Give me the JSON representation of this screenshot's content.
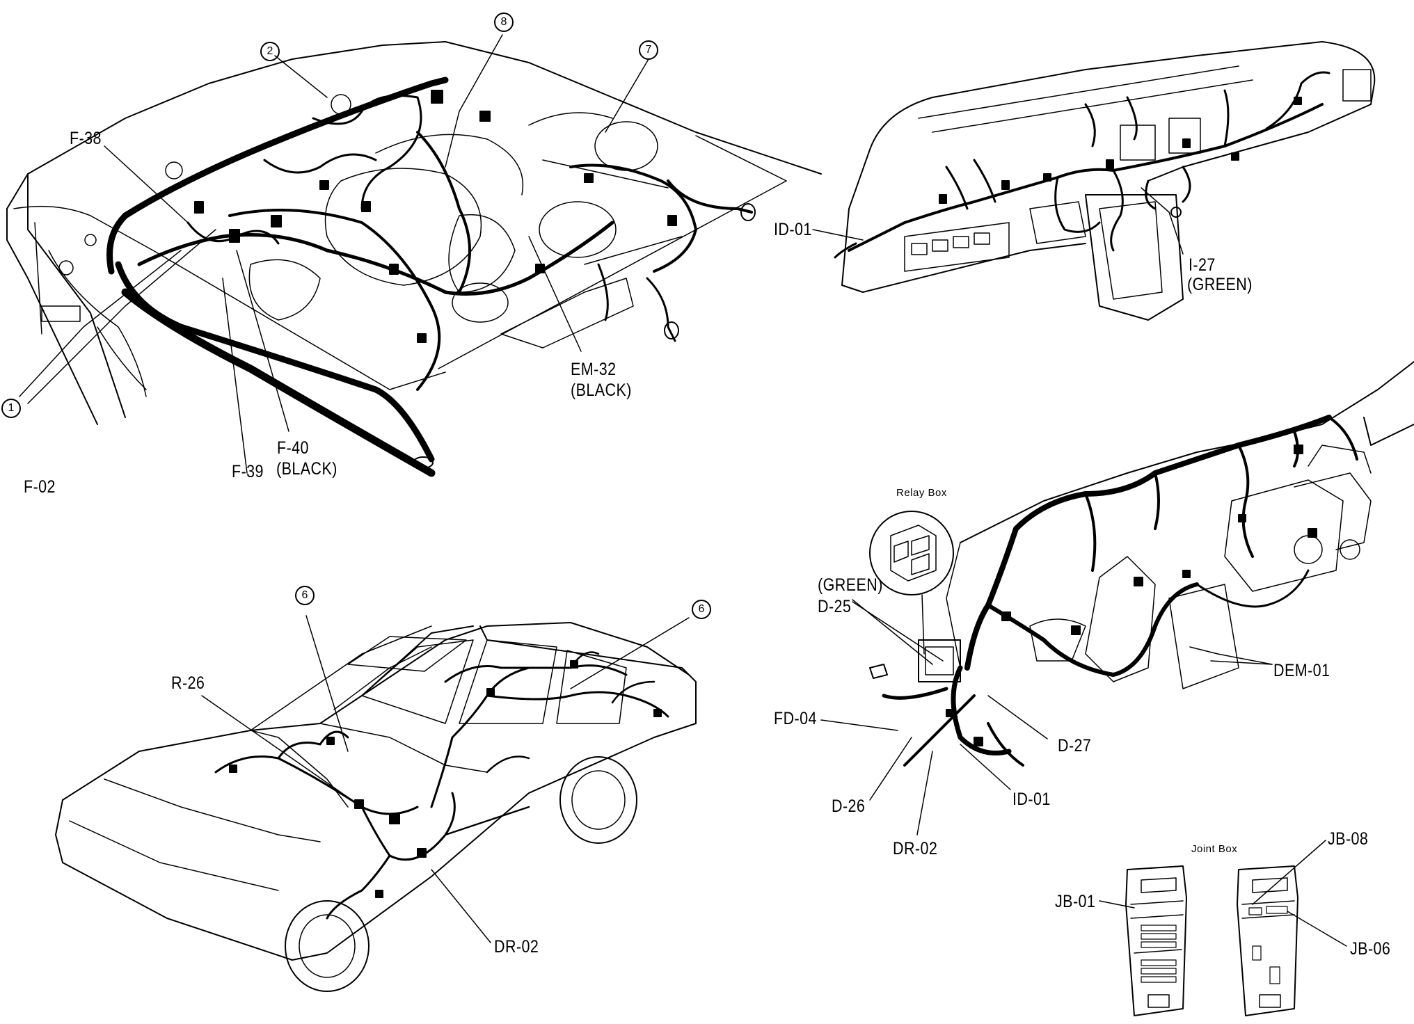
{
  "palette": {
    "ink": "#000000",
    "paper": "#ffffff"
  },
  "callouts": {
    "c1": "1",
    "c2": "2",
    "c7": "7",
    "c8": "8",
    "c6a": "6",
    "c6b": "6"
  },
  "labels": {
    "F38": "F-38",
    "F02": "F-02",
    "F39": "F-39",
    "F40": "F-40",
    "F40color": "(BLACK)",
    "EM32": "EM-32",
    "EM32color": "(BLACK)",
    "ID01top": "ID-01",
    "I27": "I-27",
    "I27color": "(GREEN)",
    "relayBox": "Relay Box",
    "greenD25": "(GREEN)",
    "D25": "D-25",
    "DEM01": "DEM-01",
    "FD04": "FD-04",
    "D27": "D-27",
    "ID01bot": "ID-01",
    "D26": "D-26",
    "DR02right": "DR-02",
    "R26": "R-26",
    "DR02left": "DR-02",
    "jointBox": "Joint Box",
    "JB08": "JB-08",
    "JB01": "JB-01",
    "JB06": "JB-06"
  }
}
